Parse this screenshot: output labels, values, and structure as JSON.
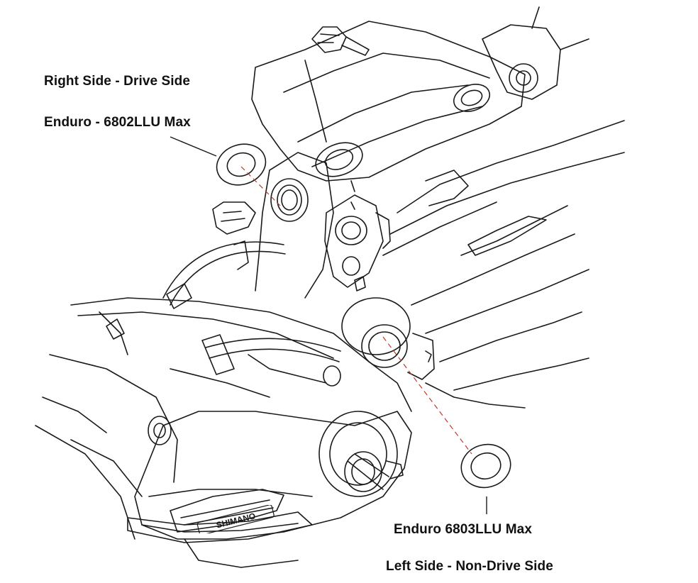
{
  "labels": {
    "right_side": "Right Side - Drive Side",
    "right_bearing": "Enduro - 6802LLU Max",
    "left_bearing": "Enduro 6803LLU Max",
    "left_side": "Left Side - Non-Drive Side",
    "motor_brand": "SHIMANO"
  },
  "colors": {
    "line": "#1a1a1a",
    "guide": "#c0392b",
    "background": "#ffffff"
  }
}
